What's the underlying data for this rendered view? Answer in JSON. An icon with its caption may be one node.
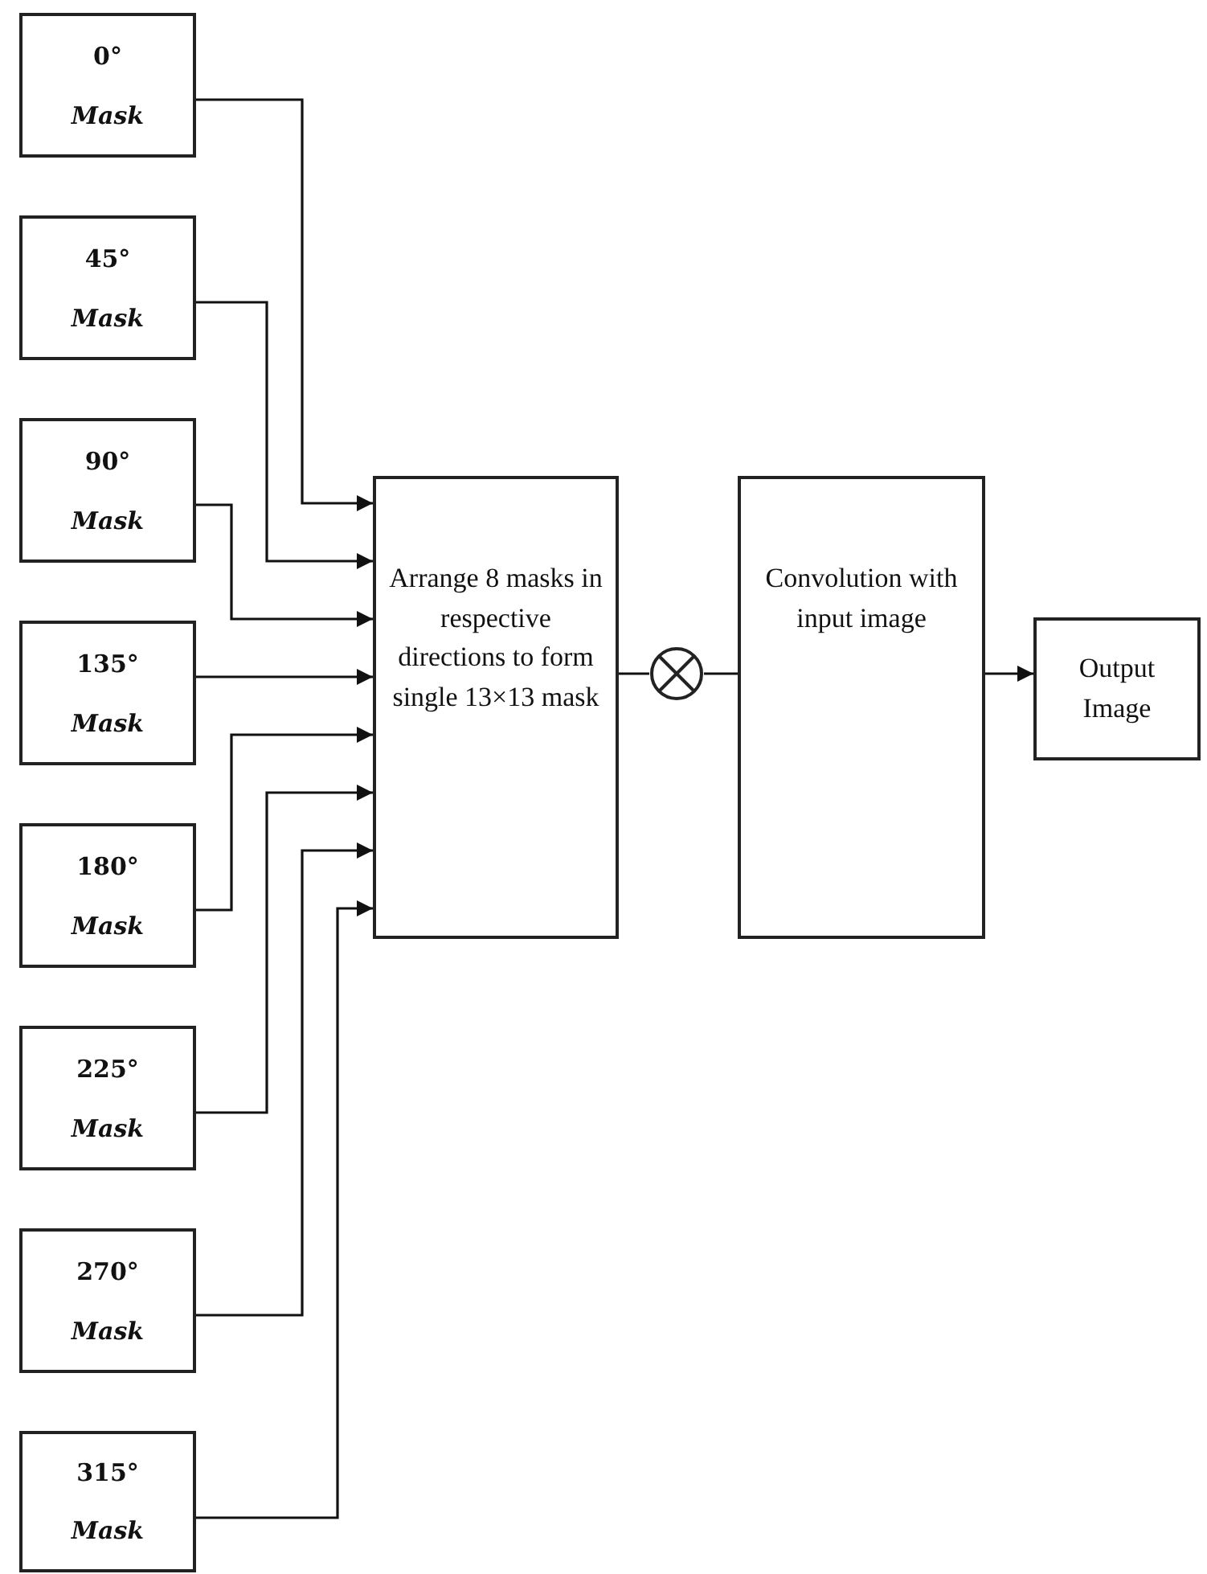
{
  "diagram": {
    "nodes": [
      {
        "text": [
          "0°",
          "Mask"
        ]
      },
      {
        "text": [
          "45°",
          "Mask"
        ]
      },
      {
        "text": [
          "90°",
          "Mask"
        ]
      },
      {
        "text": [
          "135°",
          "Mask"
        ]
      },
      {
        "text": [
          "180°",
          "Mask"
        ]
      },
      {
        "text": [
          "225°",
          "Mask"
        ]
      },
      {
        "text": [
          "270°",
          "Mask"
        ]
      },
      {
        "text": [
          "315°",
          "Mask"
        ]
      },
      {
        "text": [
          "Arrange 8 masks in respective directions to form single 13×13 mask"
        ]
      },
      {
        "text": [],
        "shape": "circle"
      },
      {
        "text": [
          "Convolution with input image"
        ]
      },
      {
        "text": [
          "Output Image"
        ]
      }
    ],
    "edges": [
      {
        "from": 0,
        "to": 8,
        "arrow": "to"
      },
      {
        "from": 1,
        "to": 8,
        "arrow": "to"
      },
      {
        "from": 2,
        "to": 8,
        "arrow": "to"
      },
      {
        "from": 3,
        "to": 8,
        "arrow": "to"
      },
      {
        "from": 4,
        "to": 8,
        "arrow": "to"
      },
      {
        "from": 5,
        "to": 8,
        "arrow": "to"
      },
      {
        "from": 6,
        "to": 8,
        "arrow": "to"
      },
      {
        "from": 7,
        "to": 8,
        "arrow": "to"
      },
      {
        "from": 8,
        "to": 9,
        "arrow": "none"
      },
      {
        "from": 9,
        "to": 10,
        "arrow": "none"
      },
      {
        "from": 10,
        "to": 11,
        "arrow": "to"
      }
    ]
  }
}
